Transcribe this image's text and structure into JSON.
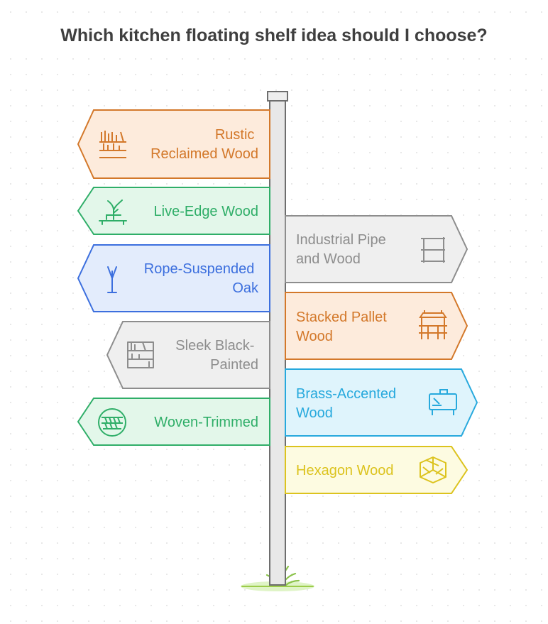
{
  "title": "Which kitchen floating shelf idea should I choose?",
  "colors": {
    "orange": "#d3782a",
    "orange_fill": "#fdebdc",
    "green": "#2fae68",
    "green_fill": "#e3f7ea",
    "blue": "#3c6fde",
    "blue_fill": "#e3ecfc",
    "gray": "#8d8d8d",
    "gray_fill": "#efefef",
    "cyan": "#27a9dd",
    "cyan_fill": "#dff4fc",
    "yellow": "#dcc31e",
    "yellow_fill": "#fdfbe1"
  },
  "signs": [
    {
      "id": "rustic",
      "lines": [
        "Rustic",
        "Reclaimed Wood"
      ],
      "color": "orange",
      "side": "left",
      "icon": "bookshelf-icon"
    },
    {
      "id": "live-edge",
      "lines": [
        "Live-Edge Wood"
      ],
      "color": "green",
      "side": "left",
      "icon": "branch-shelf-icon"
    },
    {
      "id": "industrial",
      "lines": [
        "Industrial Pipe",
        "and Wood"
      ],
      "color": "gray",
      "side": "right",
      "icon": "pipe-shelf-icon"
    },
    {
      "id": "rope",
      "lines": [
        "Rope-Suspended",
        "Oak"
      ],
      "color": "blue",
      "side": "left",
      "icon": "rope-hanger-icon"
    },
    {
      "id": "pallet",
      "lines": [
        "Stacked Pallet",
        "Wood"
      ],
      "color": "orange",
      "side": "right",
      "icon": "pallet-icon"
    },
    {
      "id": "sleek",
      "lines": [
        "Sleek Black-",
        "Painted"
      ],
      "color": "gray",
      "side": "left",
      "icon": "bookcase-icon"
    },
    {
      "id": "brass",
      "lines": [
        "Brass-Accented",
        "Wood"
      ],
      "color": "cyan",
      "side": "right",
      "icon": "cabinet-icon"
    },
    {
      "id": "woven",
      "lines": [
        "Woven-Trimmed"
      ],
      "color": "green",
      "side": "left",
      "icon": "woven-basket-icon"
    },
    {
      "id": "hexagon",
      "lines": [
        "Hexagon Wood"
      ],
      "color": "yellow",
      "side": "right",
      "icon": "hexagon-icon"
    }
  ]
}
